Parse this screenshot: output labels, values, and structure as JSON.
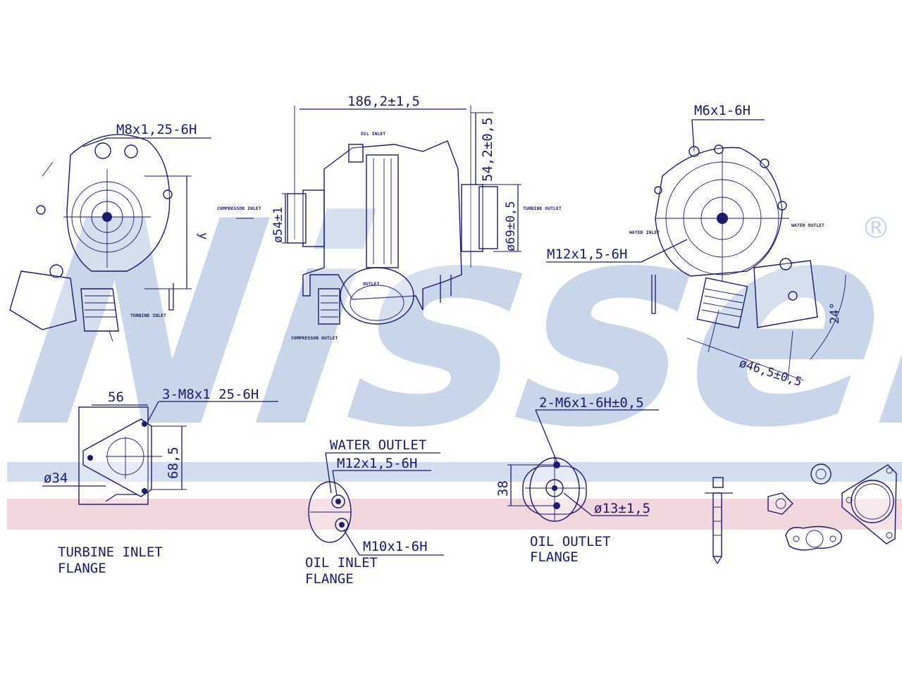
{
  "watermark": {
    "brand": "Nissens",
    "registered": "®",
    "color": "#c9d5e8",
    "stripe_blue": "#d3ddef",
    "stripe_pink": "#f2d6de"
  },
  "line_color": "#1a1a6e",
  "dims": {
    "overall_length": "186,2±1,5",
    "offset_height": "54,2±0,5",
    "comp_inlet_dia": "ø54±1",
    "comp_outlet_dia": "ø69±0,5",
    "m8_thread": "M8x1,25-6H",
    "m6_thread": "M6x1-6H",
    "m12_thread": "M12x1,5-6H",
    "angle": "24°",
    "outlet_dia": "ø46,5±0,5"
  },
  "small_labels": {
    "compressor_inlet": "COMPRESSOR INLET",
    "turbine_outlet": "TURBINE OUTLET",
    "oil_inlet": "OIL INLET",
    "outlet": "OUTLET",
    "compressor_outlet": "COMPRESSOR OUTLET",
    "turbine_inlet_small": "TURBINE INLET",
    "water_inlet": "WATER INLET",
    "water_outlet_small": "WATER OUTLET"
  },
  "flanges": {
    "turbine": {
      "width": "56",
      "holes": "3-M8x1 25-6H",
      "height": "68,5",
      "dia": "ø34",
      "title1": "TURBINE INLET",
      "title2": "FLANGE"
    },
    "oil_inlet": {
      "water": "WATER OUTLET",
      "thread1": "M12x1,5-6H",
      "thread2": "M10x1-6H",
      "title1": "OIL INLET",
      "title2": "FLANGE"
    },
    "oil_outlet": {
      "holes": "2-M6x1-6H±0,5",
      "height": "38",
      "dia": "ø13±1,5",
      "title1": "OIL OUTLET",
      "title2": "FLANGE"
    }
  }
}
